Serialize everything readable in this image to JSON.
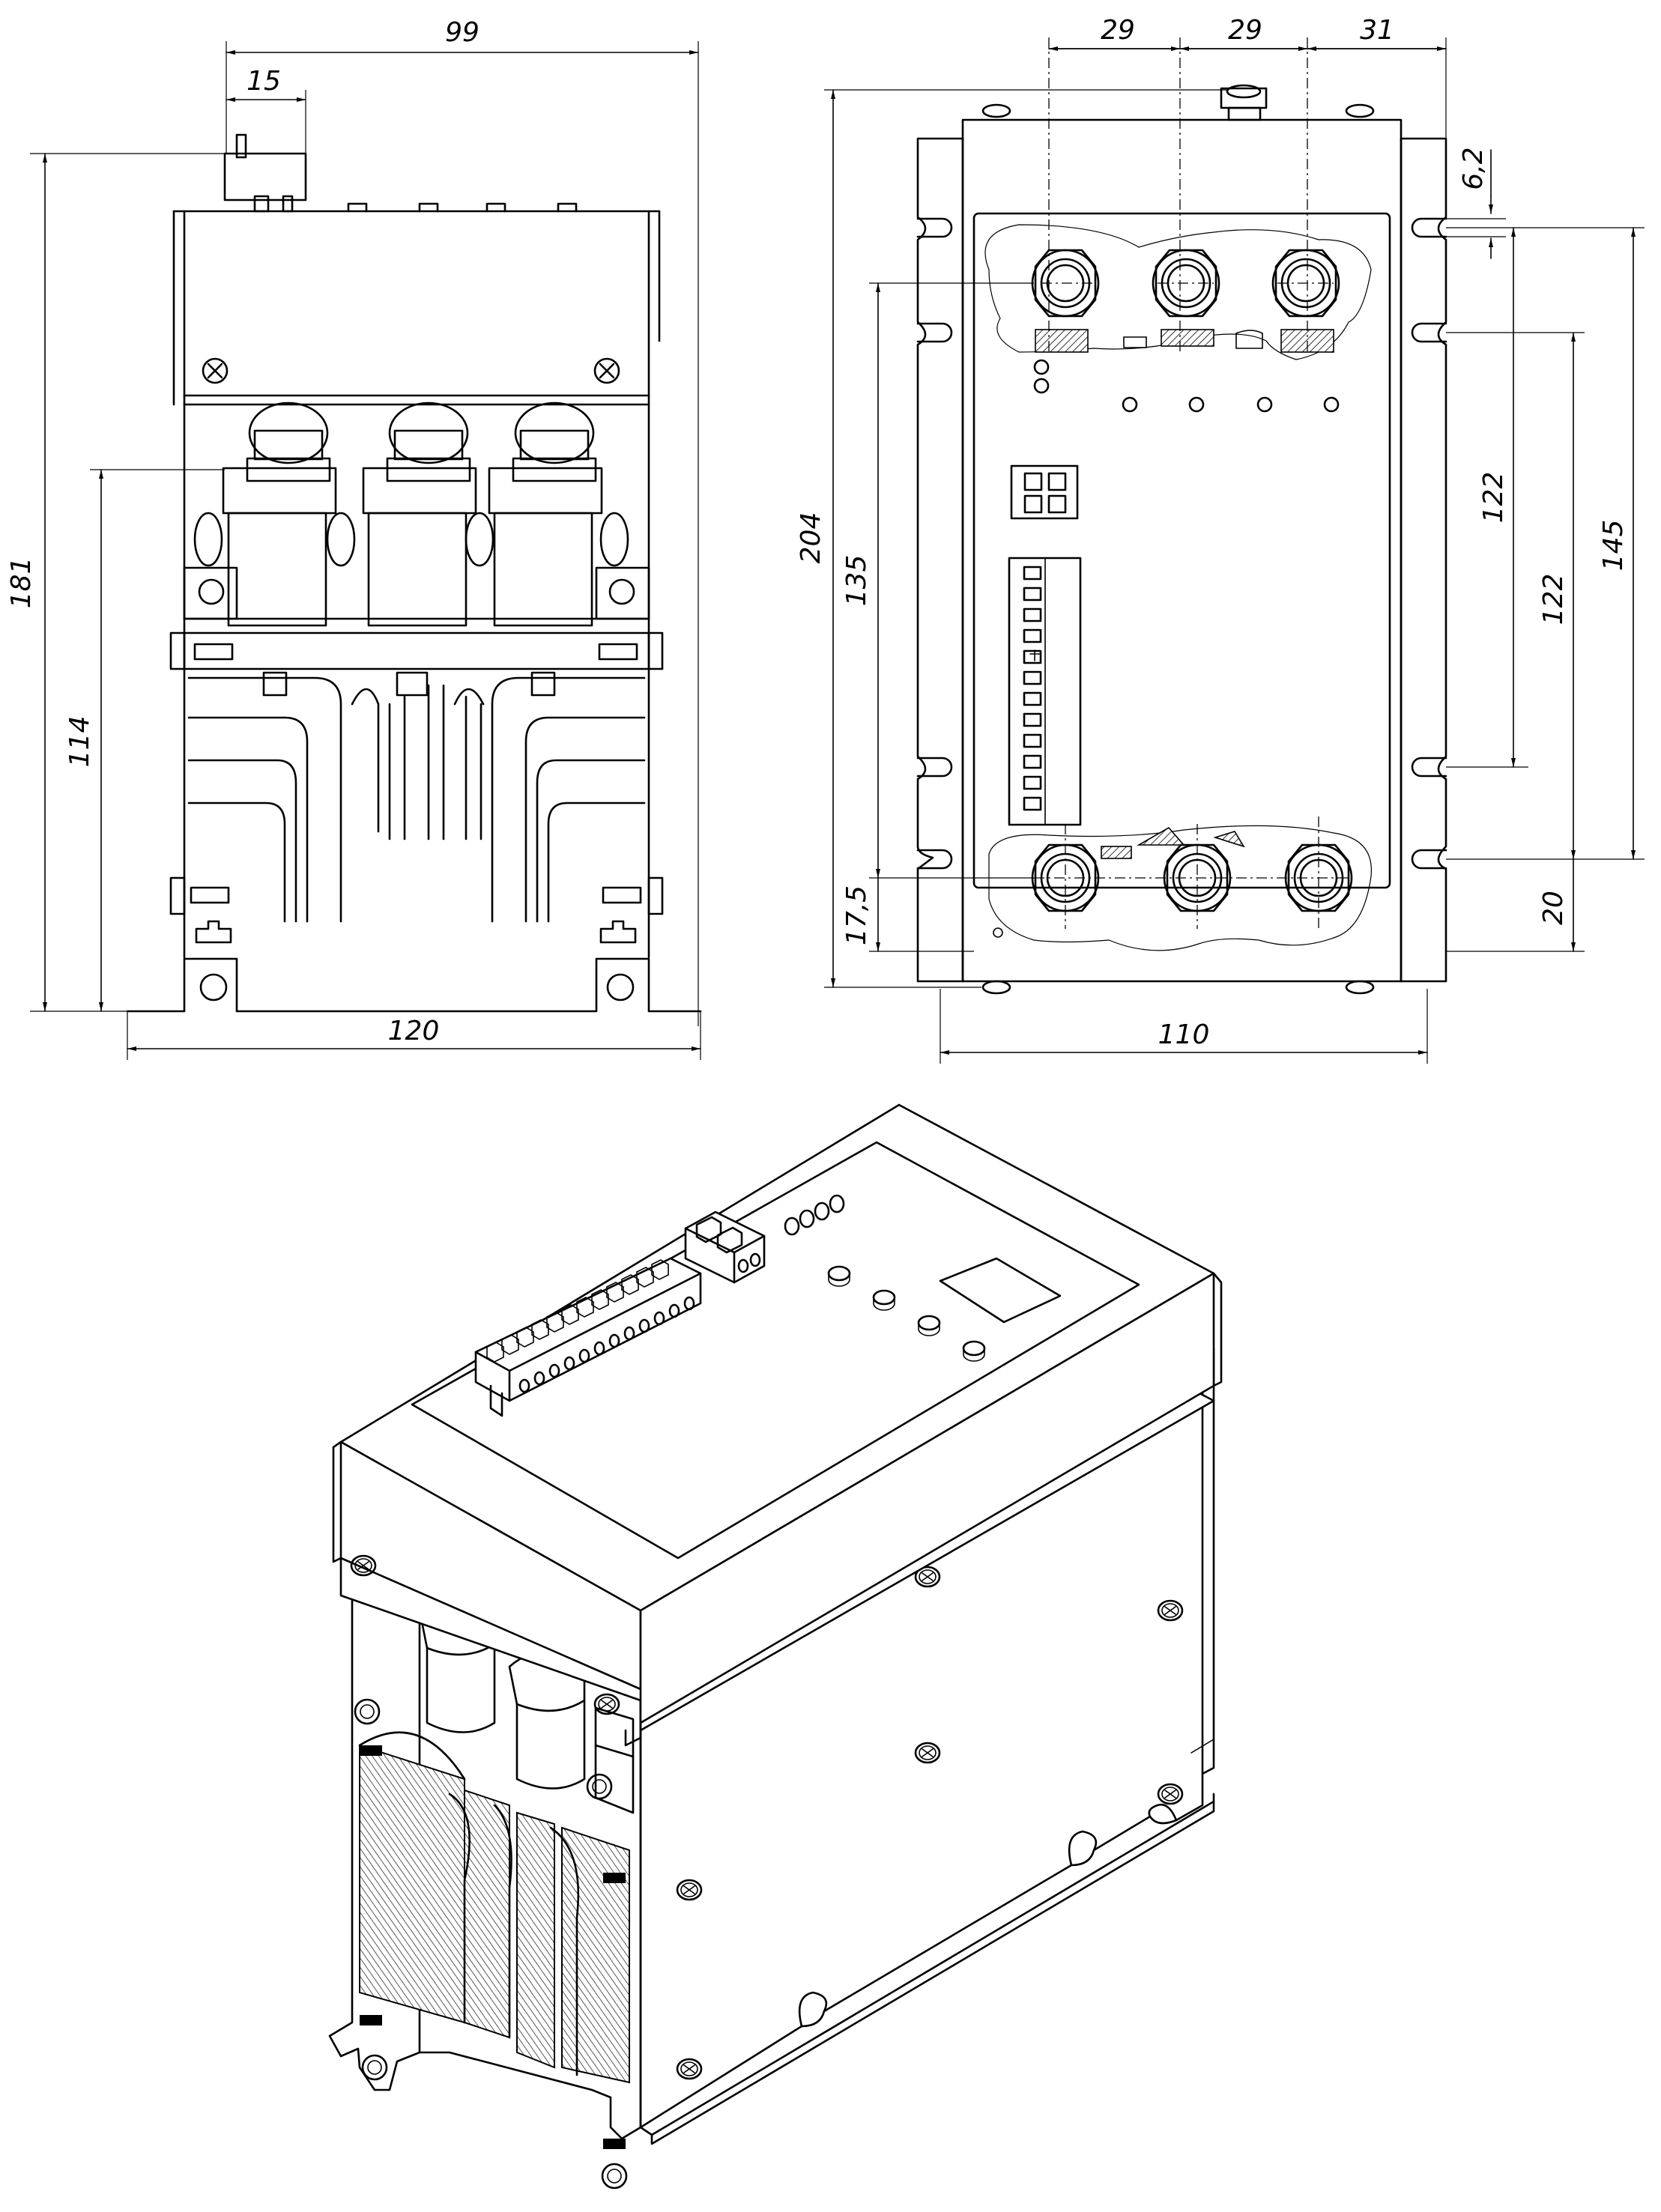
{
  "dimensions": {
    "front_width_top": "99",
    "front_terminal_offset": "15",
    "front_total_height": "181",
    "front_mount_height": "114",
    "front_base_width": "120",
    "top_spacing_1": "29",
    "top_spacing_2": "29",
    "top_spacing_3": "31",
    "top_offset": "6,2",
    "top_total_height": "204",
    "top_inner_height": "135",
    "top_bottom_offset": "17,5",
    "top_hole_spacing_a": "122",
    "top_hole_spacing_b": "122",
    "top_hole_spacing_c": "145",
    "top_bottom_margin": "20",
    "top_width": "110"
  }
}
